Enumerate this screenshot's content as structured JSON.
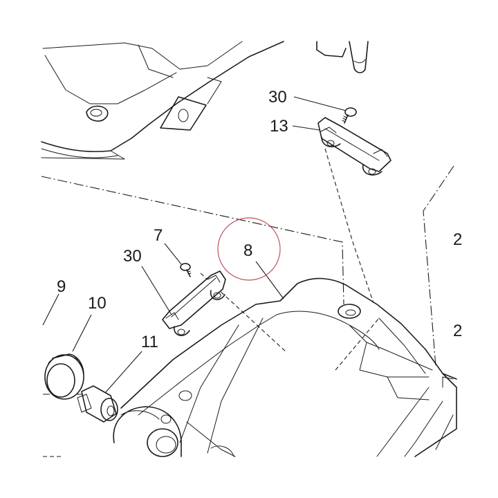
{
  "callouts": {
    "c30_top": "30",
    "c13": "13",
    "c7": "7",
    "c30_mid": "30",
    "c8": "8",
    "c9": "9",
    "c10": "10",
    "c11": "11",
    "edge_a": "2",
    "edge_b": "2"
  },
  "highlight_color": "#c0505a",
  "icons": {
    "highlight": "highlight-circle-icon"
  }
}
